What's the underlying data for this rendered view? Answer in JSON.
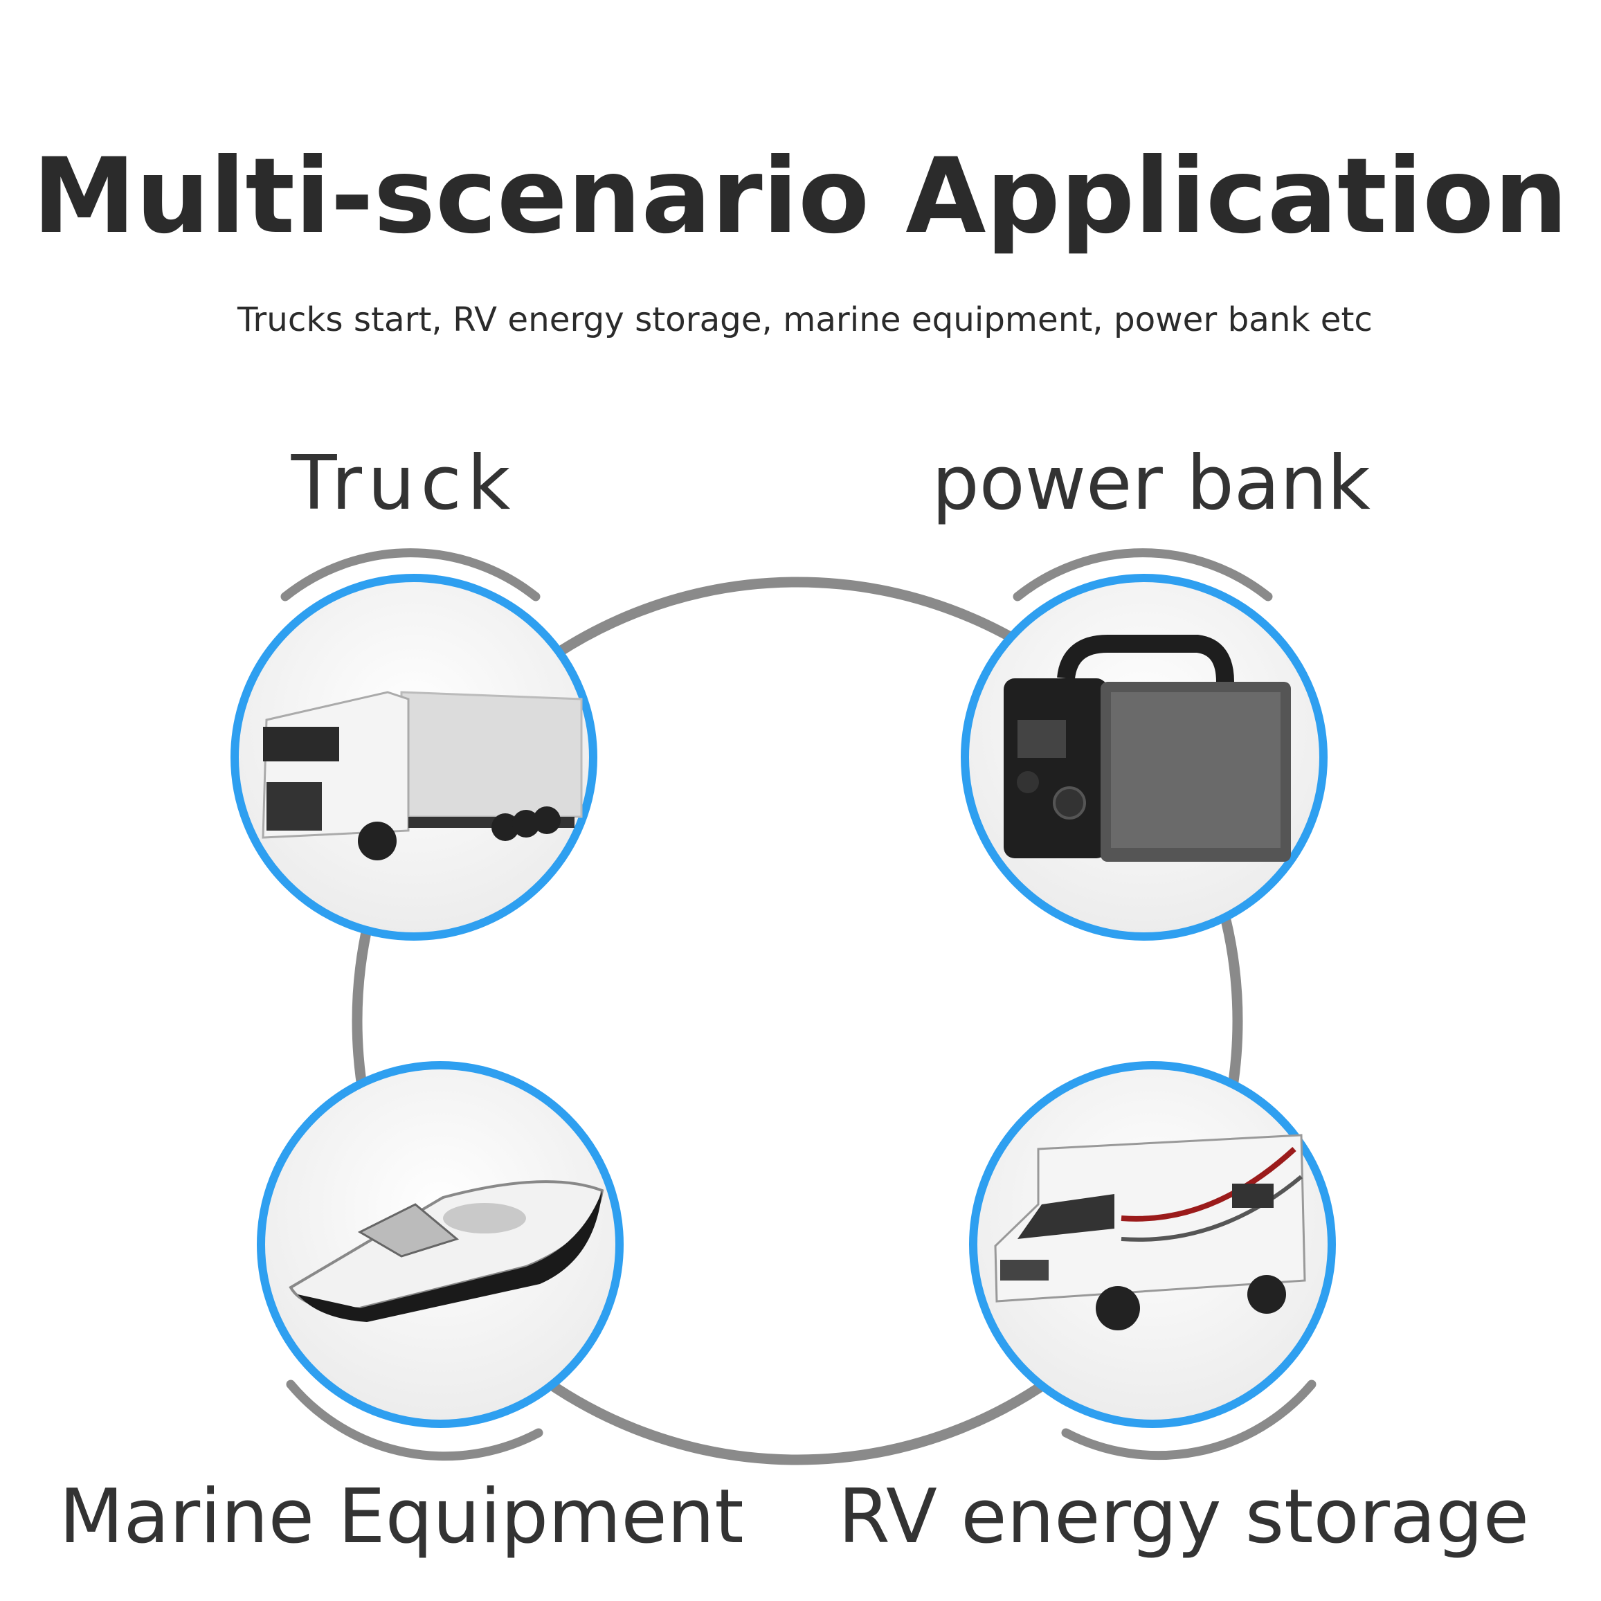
{
  "header": {
    "title": "Multi-scenario Application",
    "subtitle": "Trucks start, RV energy storage, marine equipment, power bank etc"
  },
  "scenarios": [
    {
      "label": "Truck",
      "icon": "truck-icon"
    },
    {
      "label": "power bank",
      "icon": "power-station-icon"
    },
    {
      "label": "Marine Equipment",
      "icon": "boat-icon"
    },
    {
      "label": "RV energy storage",
      "icon": "rv-icon"
    }
  ],
  "colors": {
    "ring": "#2e9ff0",
    "connector": "#8a8a8a",
    "text": "#2b2b2b"
  }
}
